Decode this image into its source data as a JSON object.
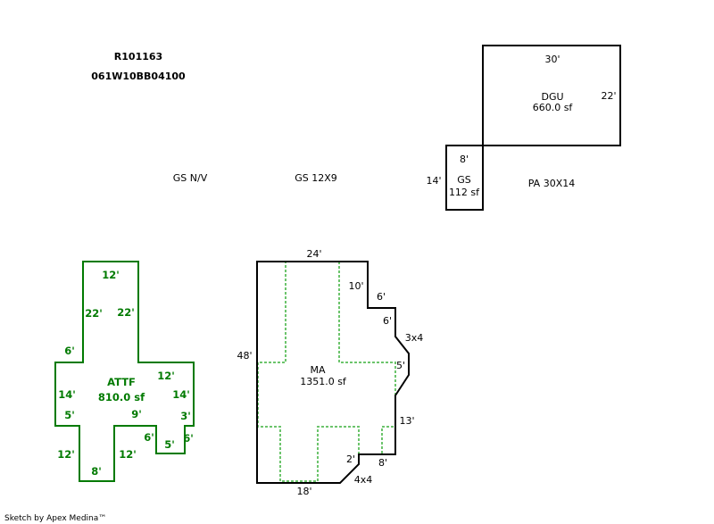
{
  "header": {
    "parcel_id": "R101163",
    "map_number": "061W10BB04100"
  },
  "footer": {
    "credit": "Sketch by Apex Medina™"
  },
  "colors": {
    "main_outline": "#000000",
    "attf_outline": "#007a00",
    "ma_overlay_dotted": "#6cc46c"
  },
  "notes": {
    "gs_nv": "GS N/V",
    "gs_12x9": "GS 12X9",
    "pa": "PA 30X14"
  },
  "dgu": {
    "name": "DGU",
    "area": "660.0 sf",
    "dims": {
      "top": "30'",
      "right": "22'"
    }
  },
  "gs": {
    "name": "GS",
    "area": "112 sf",
    "dims": {
      "top": "8'",
      "left": "14'"
    }
  },
  "attf": {
    "name": "ATTF",
    "area": "810.0 sf",
    "dims": {
      "top": "12'",
      "upper_left": "22'",
      "upper_right": "22'",
      "left_step": "6'",
      "right_step": "12'",
      "left_side": "14'",
      "right_side": "14'",
      "left_lower_step": "5'",
      "mid_notch": "9'",
      "right_lower_step": "3'",
      "notch_left": "6'",
      "notch_bottom": "5'",
      "notch_right": "6'",
      "leg_left": "12'",
      "leg_right": "12'",
      "leg_bottom": "8'"
    }
  },
  "ma": {
    "name": "MA",
    "area": "1351.0 sf",
    "dims": {
      "top": "24'",
      "left": "48'",
      "upper_right_down": "10'",
      "step_over": "6'",
      "step_down": "6'",
      "bay_upper": "3x4",
      "bay_side": "5'",
      "right_lower": "13'",
      "bottom_right": "8'",
      "bottom_step": "2'",
      "bottom_diag": "4x4",
      "bottom": "18'"
    }
  }
}
